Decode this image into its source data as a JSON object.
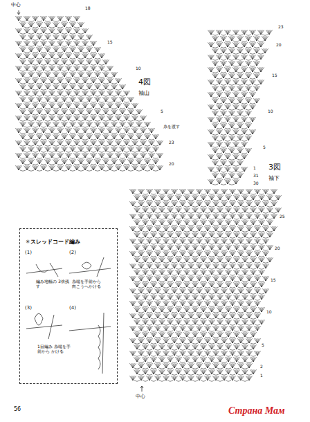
{
  "diagram": {
    "nodes": [
      {
        "text": [
          "✳スレッドコード編み"
        ]
      }
    ],
    "labels": [
      "中心",
      "18",
      "15",
      "10",
      "5",
      "糸を渡す",
      "23",
      "20",
      "4図",
      "袖山",
      "23",
      "20",
      "15",
      "10",
      "5",
      "1",
      "31",
      "30",
      "3図",
      "袖下",
      "25",
      "20",
      "15",
      "10",
      "5",
      "2",
      "1",
      "中心",
      "(1)",
      "(2)",
      "(3)",
      "(4)",
      "編み地幅の 3倍残す",
      "糸端を手前から 向こうへかける",
      "1目編み 糸端を手前から かける",
      "56",
      "Страна Мам"
    ]
  }
}
